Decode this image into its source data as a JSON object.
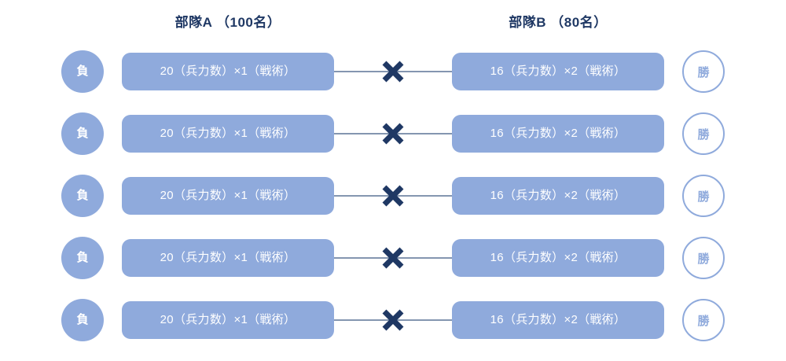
{
  "diagram": {
    "title_left": "部隊A （100名）",
    "title_right": "部隊B （80名）",
    "colors": {
      "bar_fill": "#8FAADC",
      "bar_text": "#ffffff",
      "header_text": "#1F3864",
      "x_mark": "#1F3864",
      "connector_line": "#8496B0",
      "badge_lose_fill": "#8FAADC",
      "badge_win_border": "#8FAADC",
      "background": "#ffffff"
    },
    "rows": [
      {
        "lose_badge": "負",
        "left_bar": "20（兵力数）×1（戦術）",
        "operator": "×",
        "right_bar": "16（兵力数）×2（戦術）",
        "win_badge": "勝"
      },
      {
        "lose_badge": "負",
        "left_bar": "20（兵力数）×1（戦術）",
        "operator": "×",
        "right_bar": "16（兵力数）×2（戦術）",
        "win_badge": "勝"
      },
      {
        "lose_badge": "負",
        "left_bar": "20（兵力数）×1（戦術）",
        "operator": "×",
        "right_bar": "16（兵力数）×2（戦術）",
        "win_badge": "勝"
      },
      {
        "lose_badge": "負",
        "left_bar": "20（兵力数）×1（戦術）",
        "operator": "×",
        "right_bar": "16（兵力数）×2（戦術）",
        "win_badge": "勝"
      },
      {
        "lose_badge": "負",
        "left_bar": "20（兵力数）×1（戦術）",
        "operator": "×",
        "right_bar": "16（兵力数）×2（戦術）",
        "win_badge": "勝"
      }
    ]
  }
}
